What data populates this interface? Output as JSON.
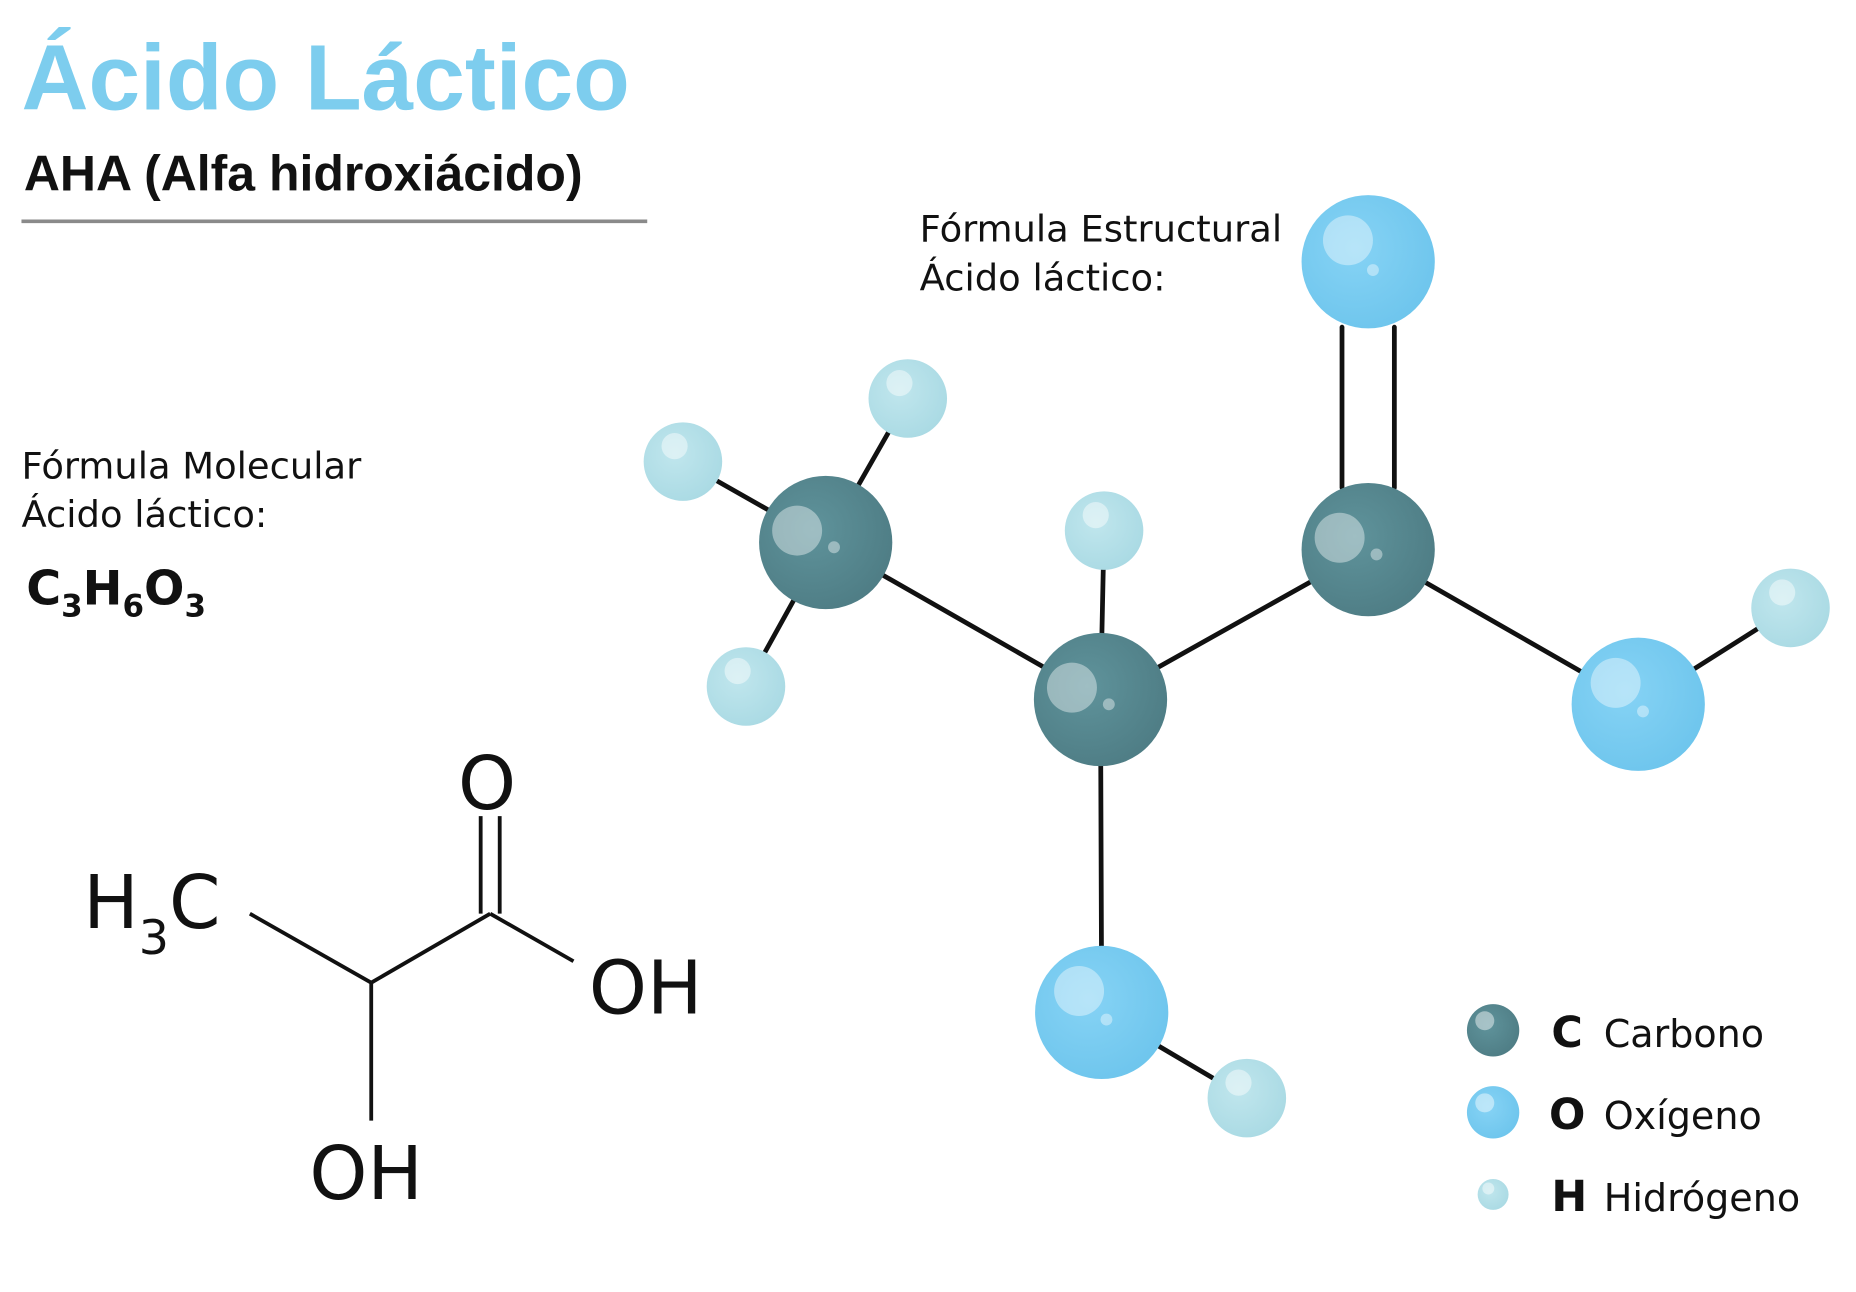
{
  "header": {
    "title": "Ácido Láctico",
    "subtitle": "AHA (Alfa hidroxiácido)"
  },
  "colors": {
    "title": "#7dcdee",
    "carbon": "#56868e",
    "oxygen": "#7dcef2",
    "hydrogen": "#b6e1e9"
  },
  "molecular": {
    "label_line1": "Fórmula Molecular",
    "label_line2": "Ácido láctico:",
    "formula": {
      "c": "C",
      "c_n": "3",
      "h": "H",
      "h_n": "6",
      "o": "O",
      "o_n": "3"
    }
  },
  "structural": {
    "label_line1": "Fórmula Estructural",
    "label_line2": "Ácido láctico:"
  },
  "skeletal": {
    "h": "H",
    "h_n": "3",
    "c": "C",
    "o_top": "O",
    "oh_right": "OH",
    "oh_bottom": "OH"
  },
  "legend": [
    {
      "symbol": "C",
      "name": "Carbono"
    },
    {
      "symbol": "O",
      "name": "Oxígeno"
    },
    {
      "symbol": "H",
      "name": "Hidrógeno"
    }
  ]
}
